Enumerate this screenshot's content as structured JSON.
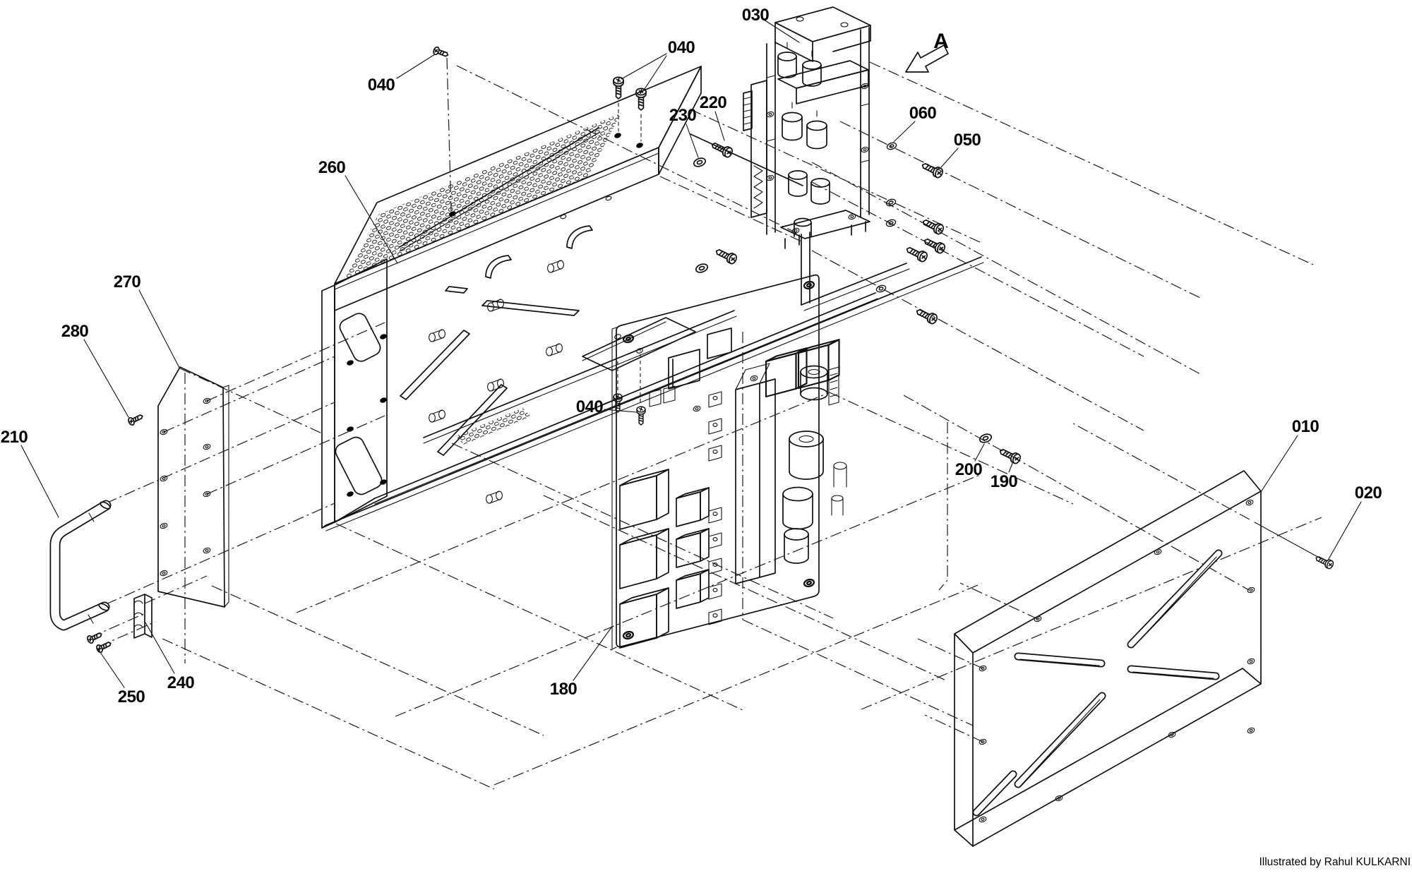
{
  "page": {
    "background": "#ffffff",
    "line_color": "#101010"
  },
  "diagram": {
    "kind": "exploded-parts-isometric-drawing",
    "view_arrow_letter": "A",
    "credit_line": "Illustrated by Rahul KULKARNI",
    "part_callouts": [
      "010",
      "020",
      "030",
      "040",
      "050",
      "060",
      "180",
      "190",
      "200",
      "210",
      "220",
      "230",
      "240",
      "250",
      "260",
      "270",
      "280"
    ],
    "callout_instances": {
      "c040_top_left": "040",
      "c040_top_right": "040",
      "c040_middle": "040",
      "c030": "030",
      "c220": "220",
      "c230": "230",
      "c060": "060",
      "c050": "050",
      "c260": "260",
      "c270": "270",
      "c280": "280",
      "c210": "210",
      "c250": "250",
      "c240": "240",
      "c180": "180",
      "c200": "200",
      "c190": "190",
      "c010": "010",
      "c020": "020"
    }
  }
}
